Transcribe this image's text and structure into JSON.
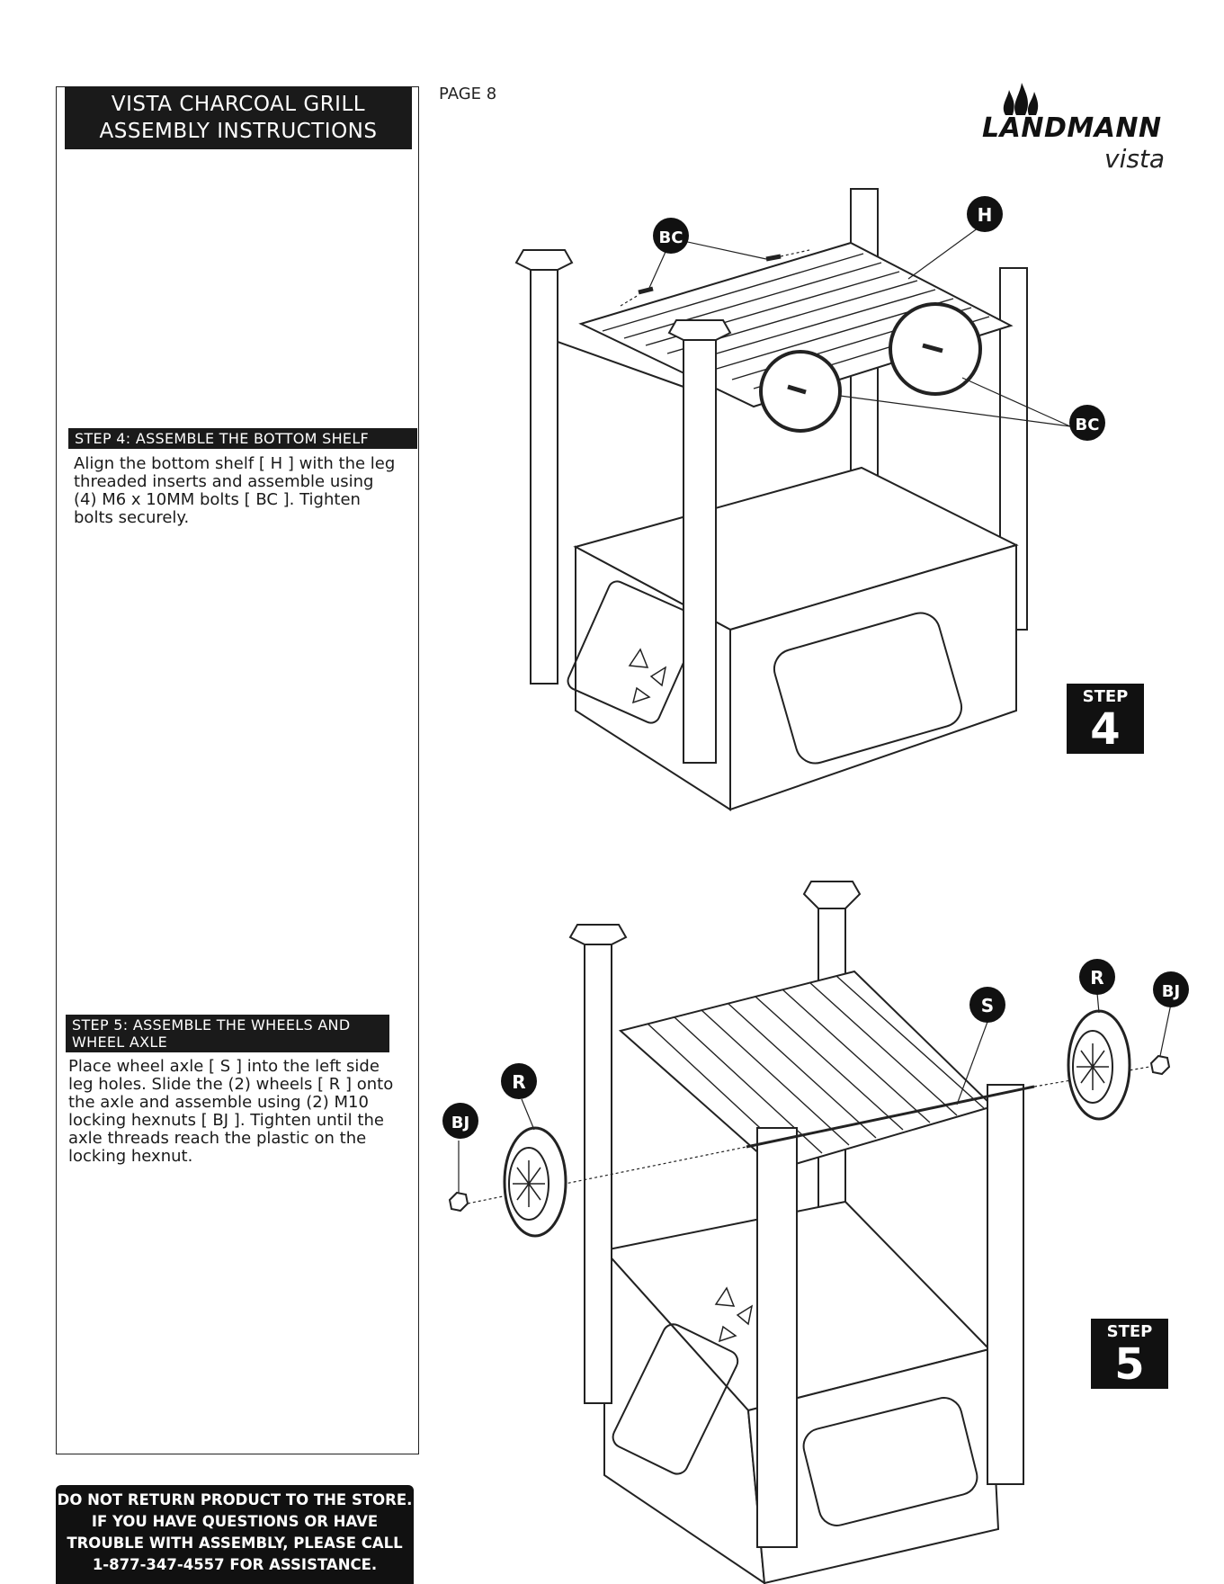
{
  "header": {
    "title_line1": "VISTA CHARCOAL GRILL",
    "title_line2": "ASSEMBLY INSTRUCTIONS",
    "page": "PAGE 8",
    "brand": "LANDMANN",
    "brand_sub": "vista"
  },
  "step4": {
    "heading": "STEP 4:  ASSEMBLE THE BOTTOM SHELF",
    "lines": [
      "Align the bottom shelf [ H ] with the leg",
      "threaded inserts and assemble using",
      "(4) M6 x 10MM bolts [ BC ].  Tighten",
      "bolts securely."
    ],
    "badge_word": "STEP",
    "badge_num": "4"
  },
  "step5": {
    "heading_line1": "STEP 5:  ASSEMBLE THE WHEELS AND",
    "heading_line2": "WHEEL AXLE",
    "lines": [
      "Place wheel axle [ S ] into the left side",
      "leg holes.  Slide the (2) wheels [ R ] onto",
      "the axle and assemble using (2) M10",
      "locking hexnuts [ BJ ].  Tighten until the",
      "axle threads reach the plastic on the",
      "locking hexnut."
    ],
    "badge_word": "STEP",
    "badge_num": "5"
  },
  "callouts": {
    "bc": "BC",
    "h": "H",
    "s": "S",
    "r": "R",
    "bj": "BJ"
  },
  "warning": {
    "line1": "DO NOT RETURN PRODUCT TO THE STORE.",
    "line2": "IF YOU HAVE QUESTIONS OR HAVE",
    "line3": "TROUBLE WITH ASSEMBLY, PLEASE CALL",
    "line4": "1-877-347-4557 FOR ASSISTANCE."
  }
}
